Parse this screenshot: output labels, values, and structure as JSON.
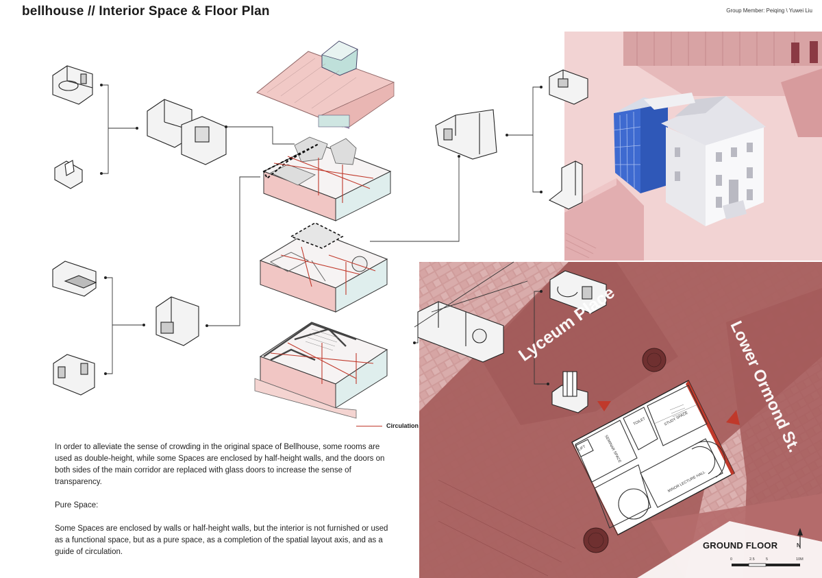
{
  "header": {
    "title": "bellhouse // Interior Space & Floor Plan",
    "members": "Group Member: Peiqing \\ Yuwei Liu"
  },
  "legend": {
    "circulation": "Circulation"
  },
  "description": {
    "para1": "In order to alleviate the sense of crowding in the original space of Bellhouse, some rooms are used as double-height, while some Spaces are enclosed by half-height walls, and the doors on both sides of the main corridor are replaced with glass doors to increase the sense of transparency.",
    "heading": "Pure Space:",
    "para2": "Some Spaces are enclosed by walls or half-height walls, but the interior is not furnished or used as a functional space, but as a pure space, as a completion of the spatial layout axis, and as a guide of circulation."
  },
  "plan": {
    "street_1": "Lyceum Place",
    "street_2": "Lower Ormond St.",
    "floor_label": "GROUND FLOOR",
    "north": "N",
    "scale_ticks": [
      "0",
      "2.5",
      "5",
      "10M"
    ],
    "rooms": {
      "lift": "LIFT",
      "seminar": "SEMINAR SPACE",
      "toilet": "TOILET",
      "study": "STUDY SPACE",
      "lecture": "MINOR LECTURE HALL"
    }
  },
  "colors": {
    "roof_pink": "#f1c9c6",
    "plan_dark": "#a35c5c",
    "plan_light": "#d7a9a7",
    "render_bg": "#f0cfcf",
    "glass_blue": "#3c67c9",
    "circulation_red": "#c0392b"
  }
}
